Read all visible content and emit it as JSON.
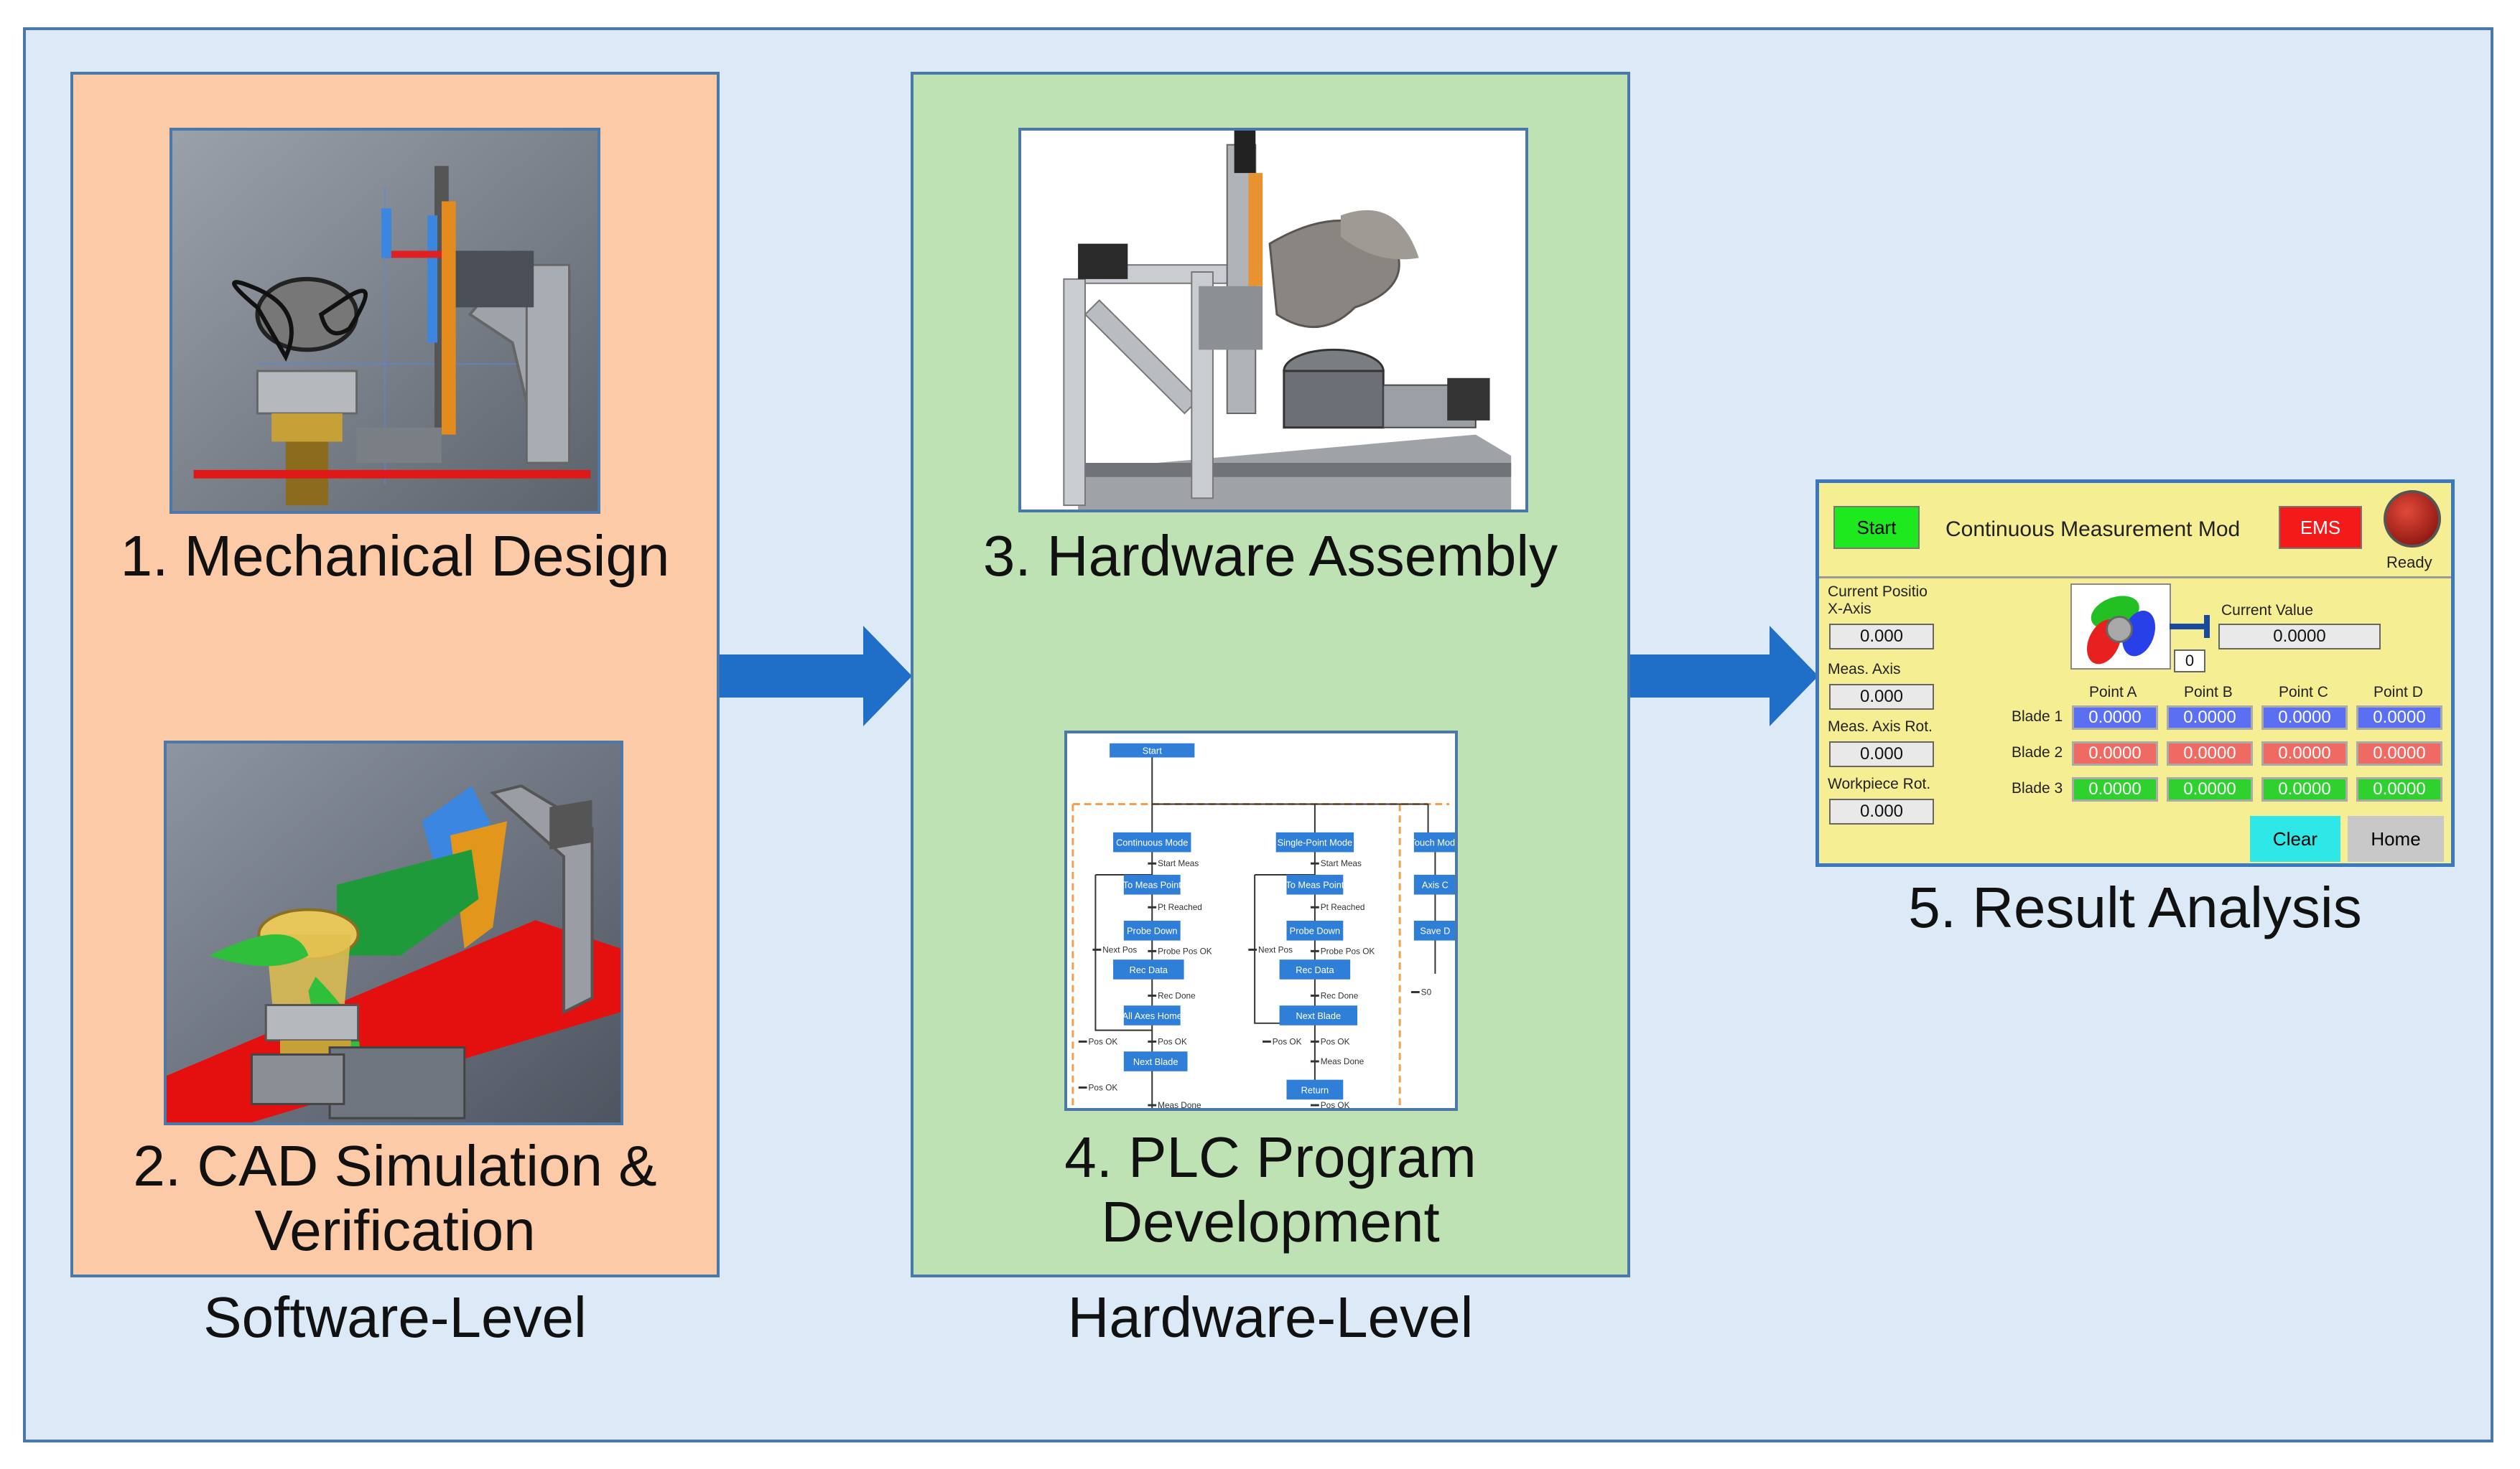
{
  "stages": {
    "software": {
      "label": "Software-Level"
    },
    "hardware": {
      "label": "Hardware-Level"
    }
  },
  "steps": [
    {
      "label": "1. Mechanical Design"
    },
    {
      "label_line1": "2. CAD Simulation &",
      "label_line2": "Verification"
    },
    {
      "label": "3. Hardware Assembly"
    },
    {
      "label_line1": "4. PLC Program",
      "label_line2": "Development"
    },
    {
      "label": "5. Result Analysis"
    }
  ],
  "plc": {
    "blocks": [
      "Start",
      "Continuous Mode",
      "To Meas Point",
      "Probe Down",
      "Rec Data",
      "All Axes Home",
      "Next Blade",
      "Single-Point Mode",
      "To Meas Point",
      "Probe Down",
      "Rec Data",
      "Next Blade",
      "Return",
      "Touch Mode",
      "Axis C",
      "Save D"
    ],
    "conditions": [
      "Start Meas",
      "Pt Reached",
      "Next Pos",
      "Probe Pos OK",
      "Rec Done",
      "Pos OK",
      "Pos OK",
      "Pos OK",
      "Meas Done",
      "Start Meas",
      "Pt Reached",
      "Next Pos",
      "Probe Pos OK",
      "Rec Done",
      "Pos OK",
      "Pos OK",
      "Meas Done",
      "Pos OK",
      "S0"
    ]
  },
  "hmi": {
    "start_label": "Start",
    "mode_title": "Continuous Measurement Mod",
    "ems_label": "EMS",
    "ready_label": "Ready",
    "left_fields": [
      {
        "label_line1": "Current Positio",
        "label_line2": "X-Axis",
        "value": "0.000"
      },
      {
        "label_line1": "Meas. Axis",
        "value": "0.000"
      },
      {
        "label_line1": "Meas. Axis Rot.",
        "value": "0.000"
      },
      {
        "label_line1": "Workpiece Rot.",
        "value": "0.000"
      }
    ],
    "current_value_label": "Current Value",
    "current_value": "0.0000",
    "dial_value": "0",
    "columns": [
      "Point A",
      "Point B",
      "Point C",
      "Point D"
    ],
    "rows": [
      {
        "label": "Blade 1",
        "values": [
          "0.0000",
          "0.0000",
          "0.0000",
          "0.0000"
        ],
        "color": "#5b6ff2"
      },
      {
        "label": "Blade 2",
        "values": [
          "0.0000",
          "0.0000",
          "0.0000",
          "0.0000"
        ],
        "color": "#f06a64"
      },
      {
        "label": "Blade 3",
        "values": [
          "0.0000",
          "0.0000",
          "0.0000",
          "0.0000"
        ],
        "color": "#2fd12f"
      }
    ],
    "clear_label": "Clear",
    "home_label": "Home"
  },
  "colors": {
    "background": "#dbeaf6",
    "software_fill": "#fdcaa8",
    "hardware_fill": "#bfe2b4",
    "border": "#4a78a8",
    "arrow": "#1f6fc9"
  }
}
